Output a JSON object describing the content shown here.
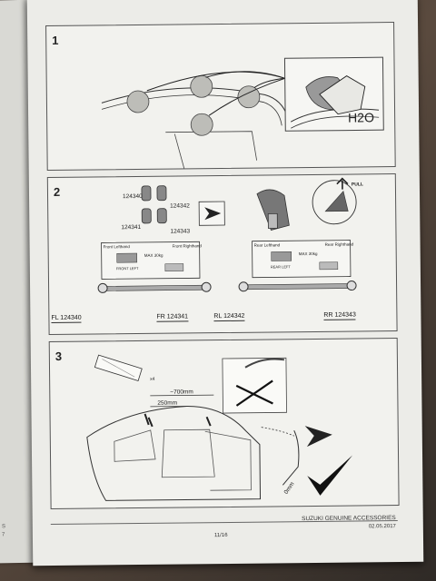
{
  "steps": {
    "one": {
      "number": "1",
      "h2o_label": "H2O"
    },
    "two": {
      "number": "2",
      "part_codes": {
        "a": "124340",
        "b": "124342",
        "c": "124341",
        "d": "124343"
      },
      "fl_caption": "FL 124340",
      "fr_caption": "FR 124341",
      "rl_caption": "RL 124342",
      "rr_caption": "RR 124343",
      "pull_label": "PULL",
      "front_left_label": "Front Lefthand",
      "front_right_label": "Front Righthand",
      "rear_left_label": "Rear Lefthand",
      "rear_right_label": "Rear Righthand",
      "front_left_tag": "FRONT LEFT",
      "rear_left_tag": "REAR LEFT",
      "max_load": "MAX 30kg"
    },
    "three": {
      "number": "3",
      "multiplier": "x4",
      "dist_700": "~700mm",
      "dist_250": "250mm",
      "dist_0": "0mm"
    }
  },
  "footer": {
    "brand": "SUZUKI GENUINE ACCESSORIES",
    "date": "02.05.2017",
    "page": "11/16"
  },
  "edge_text": {
    "line1": "S",
    "line2": "7"
  }
}
